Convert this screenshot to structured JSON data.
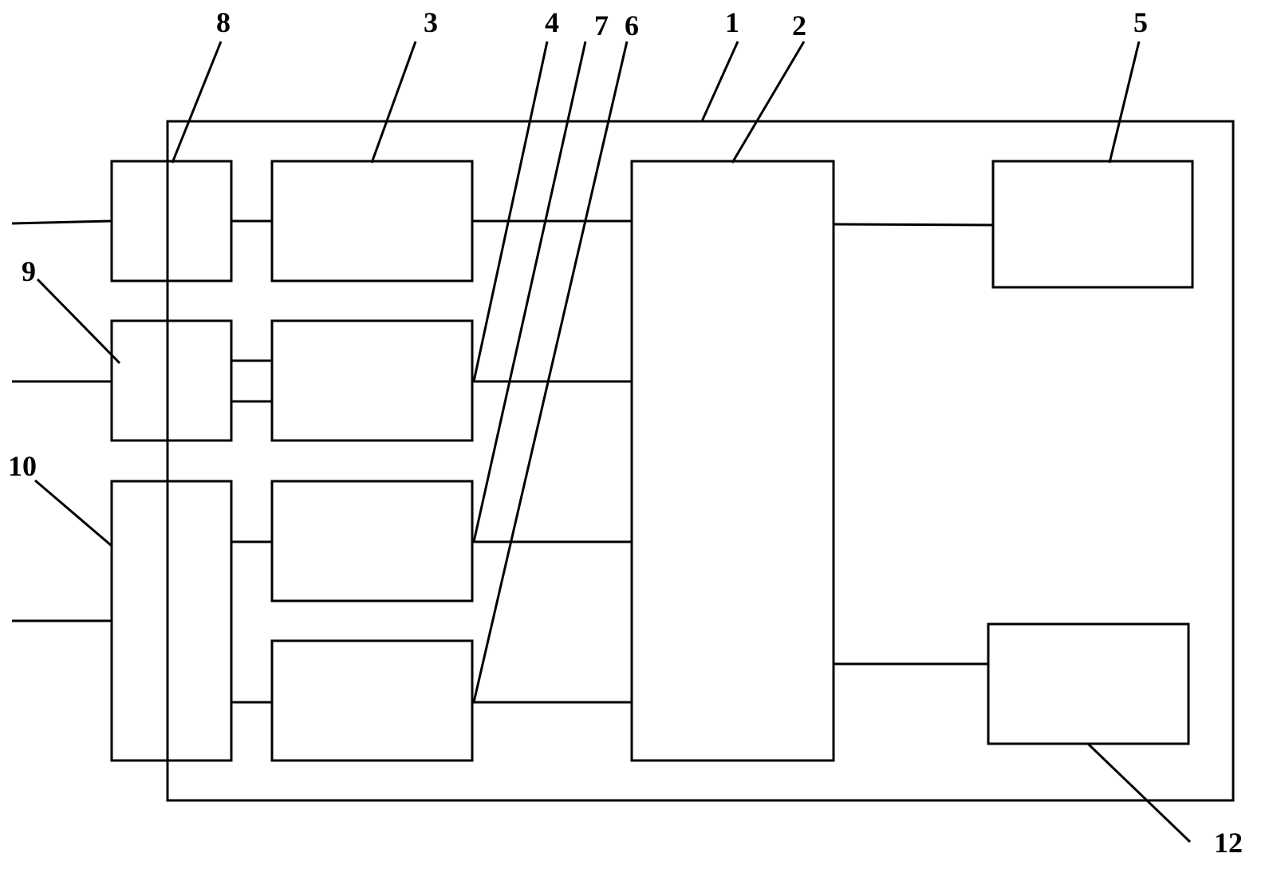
{
  "diagram": {
    "type": "block-diagram",
    "stroke_color": "#000000",
    "background_color": "#ffffff",
    "components": [
      {
        "id": "housing",
        "ref": "1"
      },
      {
        "id": "main-controller",
        "ref": "2"
      },
      {
        "id": "module-3",
        "ref": "3"
      },
      {
        "id": "module-4",
        "ref": "4"
      },
      {
        "id": "module-5",
        "ref": "5"
      },
      {
        "id": "module-6",
        "ref": "6"
      },
      {
        "id": "module-7",
        "ref": "7"
      },
      {
        "id": "interface-8",
        "ref": "8"
      },
      {
        "id": "interface-9",
        "ref": "9"
      },
      {
        "id": "interface-10",
        "ref": "10"
      },
      {
        "id": "module-12",
        "ref": "12"
      }
    ],
    "connections": [
      {
        "from": "external",
        "to": "interface-8"
      },
      {
        "from": "external",
        "to": "interface-9"
      },
      {
        "from": "external",
        "to": "interface-10"
      },
      {
        "from": "interface-8",
        "to": "interface-9"
      },
      {
        "from": "interface-9",
        "to": "interface-10"
      },
      {
        "from": "interface-8",
        "to": "module-3"
      },
      {
        "from": "interface-9",
        "to": "module-4"
      },
      {
        "from": "interface-10",
        "to": "module-7"
      },
      {
        "from": "interface-10",
        "to": "module-6"
      },
      {
        "from": "module-3",
        "to": "main-controller"
      },
      {
        "from": "module-4",
        "to": "main-controller"
      },
      {
        "from": "module-7",
        "to": "main-controller"
      },
      {
        "from": "module-6",
        "to": "main-controller"
      },
      {
        "from": "main-controller",
        "to": "module-5"
      },
      {
        "from": "main-controller",
        "to": "module-12"
      }
    ]
  }
}
